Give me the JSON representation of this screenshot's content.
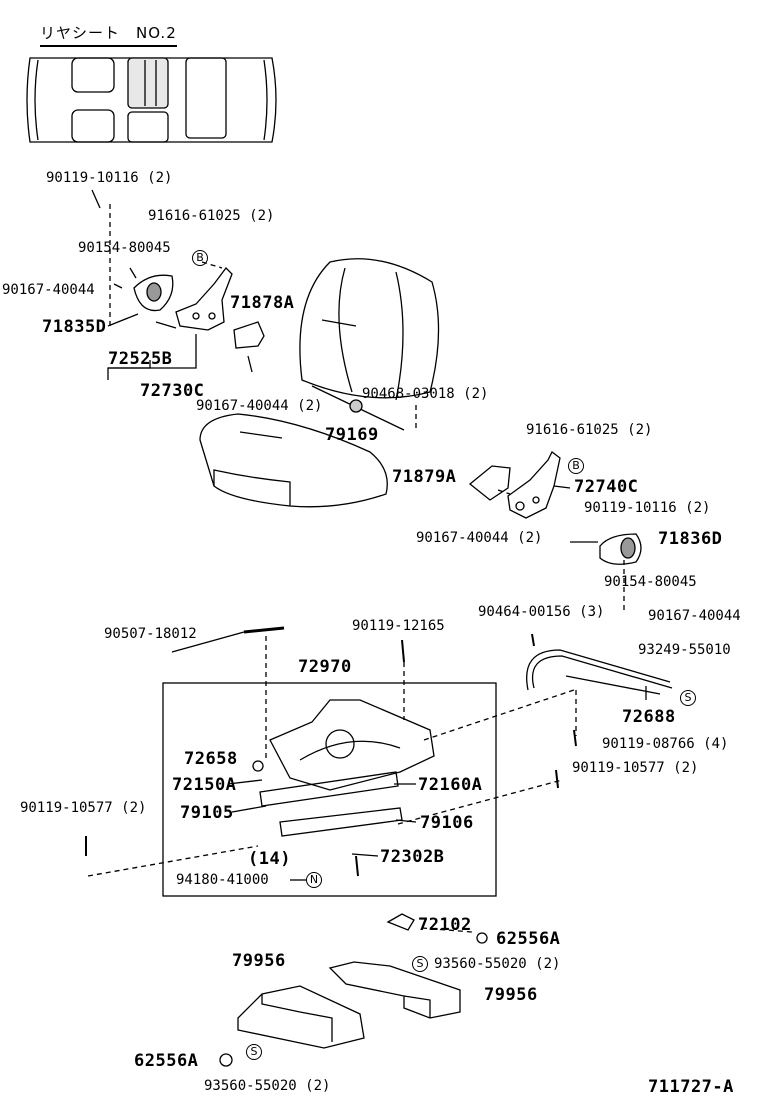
{
  "header": {
    "title": "リヤシート　NO.2"
  },
  "footer": {
    "code": "711727-A"
  },
  "symbols": {
    "b": "B",
    "s": "S",
    "n": "N"
  },
  "labels": [
    "90119-10116 (2)",
    "91616-61025 (2)",
    "90154-80045",
    "90167-40044",
    "71878A",
    "71835D",
    "72525B",
    "72730C",
    "90167-40044 (2)",
    "90468-03018 (2)",
    "79169",
    "91616-61025 (2)",
    "71879A",
    "72740C",
    "90119-10116 (2)",
    "90167-40044 (2)",
    "71836D",
    "90154-80045",
    "90464-00156 (3)",
    "90167-40044",
    "90507-18012",
    "90119-12165",
    "93249-55010",
    "72970",
    "72688",
    "90119-08766 (4)",
    "72658",
    "72150A",
    "72160A",
    "90119-10577 (2)",
    "90119-10577 (2)",
    "79105",
    "79106",
    "(14)",
    "72302B",
    "94180-41000",
    "72102",
    "62556A",
    "93560-55020 (2)",
    "79956",
    "79956",
    "62556A",
    "93560-55020 (2)"
  ]
}
